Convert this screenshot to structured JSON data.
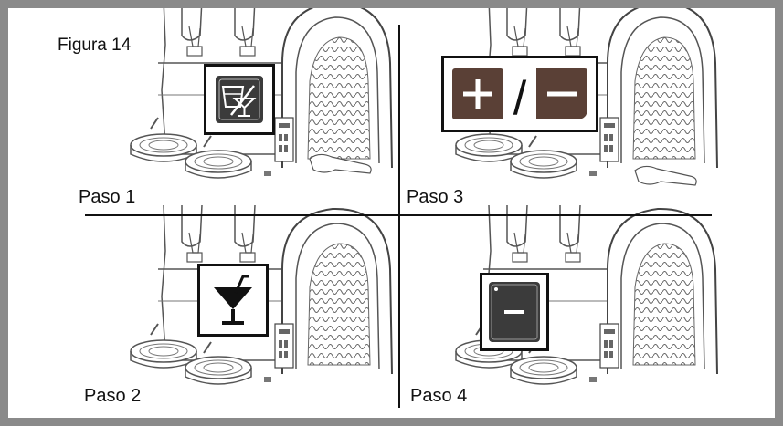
{
  "figure": {
    "title": "Figura 14",
    "steps": [
      {
        "label": "Paso 1",
        "icon": "cup-cocktail-switch-icon"
      },
      {
        "label": "Paso 3",
        "icon": "plus-minus-buttons-icon",
        "separator": "/"
      },
      {
        "label": "Paso 2",
        "icon": "cocktail-glass-icon"
      },
      {
        "label": "Paso 4",
        "icon": "minus-button-icon"
      }
    ]
  },
  "colors": {
    "frame": "#8a8a8a",
    "line_art": "#5a5a5a",
    "button_brown": "#5a4036",
    "button_dark": "#3b3b3b"
  }
}
